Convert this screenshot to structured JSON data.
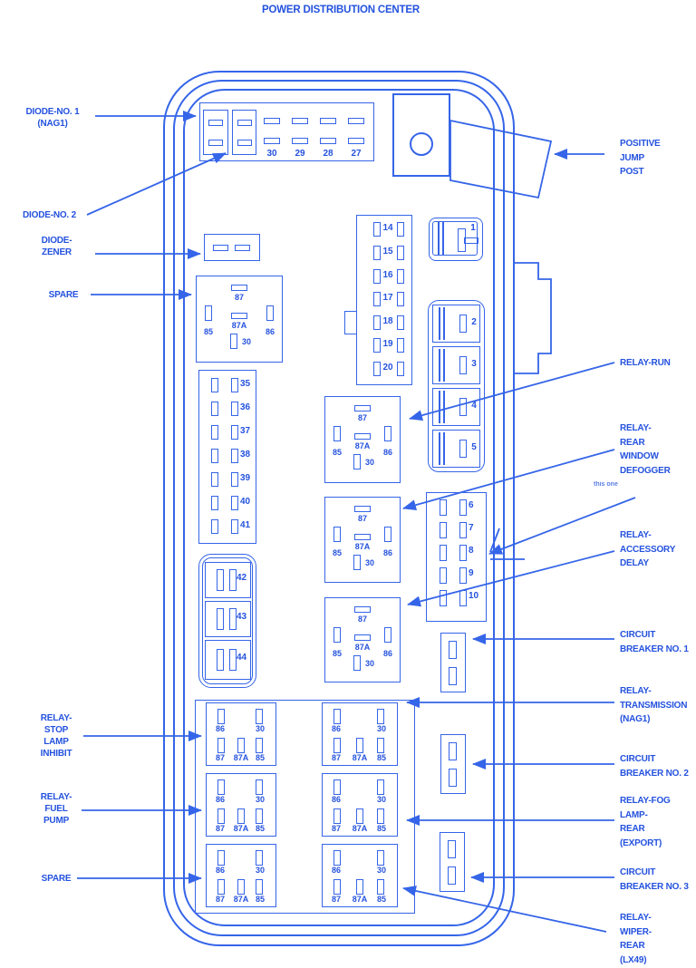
{
  "title": "POWER DISTRIBUTION CENTER",
  "annotation": {
    "this_one": "this one"
  },
  "left_labels": {
    "diode_no_1": "DIODE-NO. 1\n(NAG1)",
    "diode_no_2": "DIODE-NO. 2",
    "diode_zener": "DIODE-\nZENER",
    "spare_top": "SPARE",
    "relay_stop_lamp_inhibit": "RELAY-\nSTOP\nLAMP\nINHIBIT",
    "relay_fuel_pump": "RELAY-\nFUEL\nPUMP",
    "spare_bottom": "SPARE"
  },
  "right_labels": {
    "positive_jump_post": "POSITIVE\nJUMP\nPOST",
    "relay_run": "RELAY-RUN",
    "relay_rear_window_defogger": "RELAY-\nREAR\nWINDOW\nDEFOGGER",
    "relay_accessory_delay": "RELAY-\nACCESSORY\nDELAY",
    "circuit_breaker_1": "CIRCUIT\nBREAKER NO. 1",
    "relay_transmission": "RELAY-\nTRANSMISSION\n(NAG1)",
    "circuit_breaker_2": "CIRCUIT\nBREAKER NO. 2",
    "relay_fog_lamp_rear": "RELAY-FOG\nLAMP-\nREAR\n(EXPORT)",
    "circuit_breaker_3": "CIRCUIT\nBREAKER NO. 3",
    "relay_wiper_rear": "RELAY-\nWIPER-\nREAR\n(LX49)"
  },
  "fuses": {
    "top_row": [
      "30",
      "29",
      "28",
      "27"
    ],
    "mid_column": [
      "14",
      "15",
      "16",
      "17",
      "18",
      "19",
      "20"
    ],
    "right_upper": [
      "1",
      "2",
      "3",
      "4",
      "5"
    ],
    "right_lower": [
      "6",
      "7",
      "8",
      "9",
      "10"
    ],
    "left_column": [
      "35",
      "36",
      "37",
      "38",
      "39",
      "40",
      "41"
    ],
    "left_lower": [
      "42",
      "43",
      "44"
    ]
  },
  "relay_pins": {
    "p87": "87",
    "p87a": "87A",
    "p85": "85",
    "p86": "86",
    "p30": "30"
  },
  "colors": {
    "line": "#3565e8",
    "text": "#2452de"
  }
}
